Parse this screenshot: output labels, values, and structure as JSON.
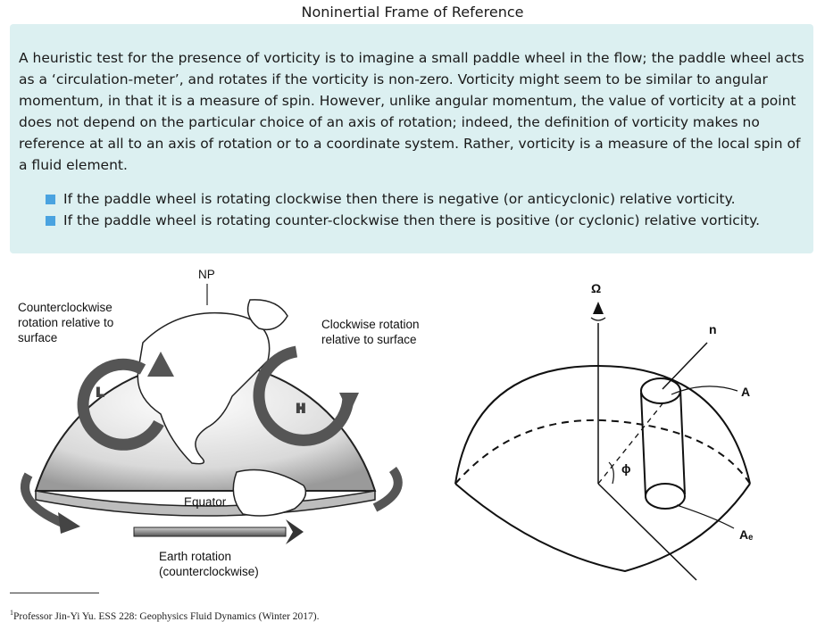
{
  "title": "Noninertial Frame of Reference",
  "paragraph": "A heuristic test for the presence of vorticity is to imagine a small paddle wheel in the flow; the paddle wheel acts as a ‘circulation-meter’, and rotates if the vorticity is non-zero. Vorticity might seem to be similar to angular momentum, in that it is a measure of spin. However, unlike angular momentum, the value of vorticity at a point does not depend on the particular choice of an axis of rotation; indeed, the definition of vorticity makes no reference at all to an axis of rotation or to a coordinate system. Rather, vorticity is a measure of the local spin of a fluid element.",
  "bullets": [
    "If the paddle wheel is rotating clockwise then there is negative (or anticyclonic) relative vorticity.",
    "If the paddle wheel is rotating counter-clockwise then there is positive (or cyclonic) relative vorticity."
  ],
  "figure_left": {
    "np": "NP",
    "ccw_line1": "Counterclockwise",
    "ccw_line2": "rotation relative to",
    "ccw_line3": "surface",
    "cw_line1": "Clockwise rotation",
    "cw_line2": "relative to surface",
    "low": "L",
    "high": "H",
    "equator": "Equator",
    "earth_line1": "Earth rotation",
    "earth_line2": "(counterclockwise)"
  },
  "figure_right": {
    "omega": "Ω",
    "n": "n",
    "a": "A",
    "phi": "ϕ",
    "ae": "Aₑ"
  },
  "footnote": {
    "mark": "1",
    "text": "Professor Jin-Yi Yu. ESS 228: Geophysics Fluid Dynamics (Winter 2017)."
  },
  "colors": {
    "box_bg": "#dcf0f1",
    "bullet": "#4aa3e0"
  }
}
